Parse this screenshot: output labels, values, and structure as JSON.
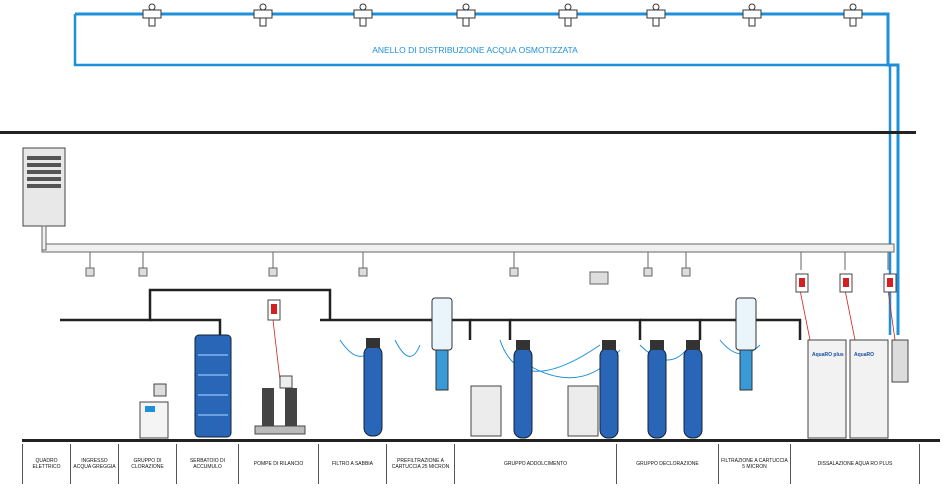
{
  "ring": {
    "label": "ANELLO DI DISTRIBUZIONE ACQUA OSMOTIZZATA"
  },
  "sections": [
    {
      "label": "QUADRO ELETTRICO"
    },
    {
      "label": "INGRESSO ACQUA GREGGIA"
    },
    {
      "label": "GRUPPO DI CLORAZIONE"
    },
    {
      "label": "SERBATOIO DI ACCUMULO"
    },
    {
      "label": "POMPE DI RILANCIO"
    },
    {
      "label": "FILTRO A SABBIA"
    },
    {
      "label": "PREFILTRAZIONE A CARTUCCIA 25 Micron"
    },
    {
      "label": "GRUPPO ADDOLCIMENTO"
    },
    {
      "label": "GRUPPO DECLORAZIONE"
    },
    {
      "label": "FILTRAZIONE A CARTUCCIA 5 Micron"
    },
    {
      "label": "DISSALAZIONE AQUA RO PLUS"
    }
  ],
  "units": [
    {
      "brand": "AquaRO plus"
    },
    {
      "brand": "AquaRO"
    }
  ],
  "colors": {
    "pipe_blue": "#1e90d8",
    "tank_blue": "#2a66b8",
    "valve_red": "#d42020"
  }
}
